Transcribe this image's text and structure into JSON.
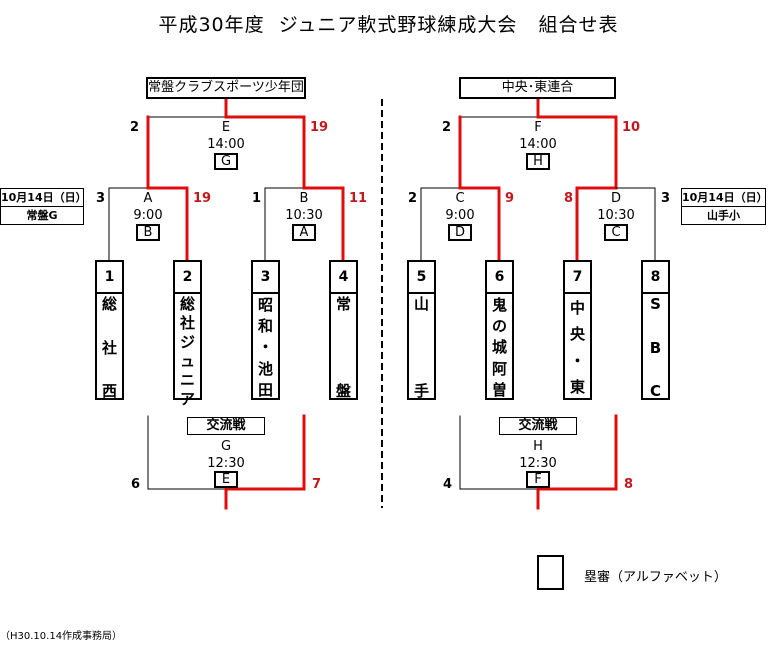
{
  "title": "平成30年度  ジュニア軟式野球練成大会   組合せ表",
  "colors": {
    "line": "#000000",
    "winner_path": "#e00d0d",
    "winner_score": "#c0191f"
  },
  "brackets": [
    {
      "side": "left",
      "champion": "常盤クラブスポーツ少年団",
      "venue": {
        "date": "10月14日（日）",
        "place": "常盤G"
      },
      "final": {
        "id": "E",
        "time": "14:00",
        "umpire": "G",
        "score_left": "2",
        "score_right": "19",
        "winner": "right"
      },
      "first_round": [
        {
          "id": "A",
          "time": "9:00",
          "umpire": "B",
          "score_left": "3",
          "score_right": "19",
          "winner": "right"
        },
        {
          "id": "B",
          "time": "10:30",
          "umpire": "A",
          "score_left": "1",
          "score_right": "11",
          "winner": "right"
        }
      ],
      "teams": [
        {
          "num": "1",
          "chars": [
            "総",
            "社",
            "西"
          ]
        },
        {
          "num": "2",
          "chars": [
            "総",
            "社",
            "ジ",
            "ュ",
            "ニ",
            "ア"
          ]
        },
        {
          "num": "3",
          "chars": [
            "昭",
            "和",
            "・",
            "池",
            "田"
          ]
        },
        {
          "num": "4",
          "chars": [
            "常",
            "盤"
          ]
        }
      ],
      "exchange": {
        "label": "交流戦",
        "id": "G",
        "time": "12:30",
        "umpire": "E",
        "score_left": "6",
        "score_right": "7",
        "winner": "right"
      }
    },
    {
      "side": "right",
      "champion": "中央･東連合",
      "venue": {
        "date": "10月14日（日）",
        "place": "山手小"
      },
      "final": {
        "id": "F",
        "time": "14:00",
        "umpire": "H",
        "score_left": "2",
        "score_right": "10",
        "winner": "right"
      },
      "first_round": [
        {
          "id": "C",
          "time": "9:00",
          "umpire": "D",
          "score_left": "2",
          "score_right": "9",
          "winner": "right"
        },
        {
          "id": "D",
          "time": "10:30",
          "umpire": "C",
          "score_left": "8",
          "score_right": "3",
          "winner": "left"
        }
      ],
      "teams": [
        {
          "num": "5",
          "chars": [
            "山",
            "手"
          ]
        },
        {
          "num": "6",
          "chars": [
            "鬼",
            "の",
            "城",
            "阿",
            "曽"
          ]
        },
        {
          "num": "7",
          "chars": [
            "中",
            "央",
            "・",
            "東"
          ]
        },
        {
          "num": "8",
          "chars": [
            "S",
            "B",
            "C"
          ]
        }
      ],
      "exchange": {
        "label": "交流戦",
        "id": "H",
        "time": "12:30",
        "umpire": "F",
        "score_left": "4",
        "score_right": "8",
        "winner": "right"
      }
    }
  ],
  "legend": {
    "label": "塁審（アルファベット）"
  },
  "footer": "（H30.10.14作成事務局）"
}
